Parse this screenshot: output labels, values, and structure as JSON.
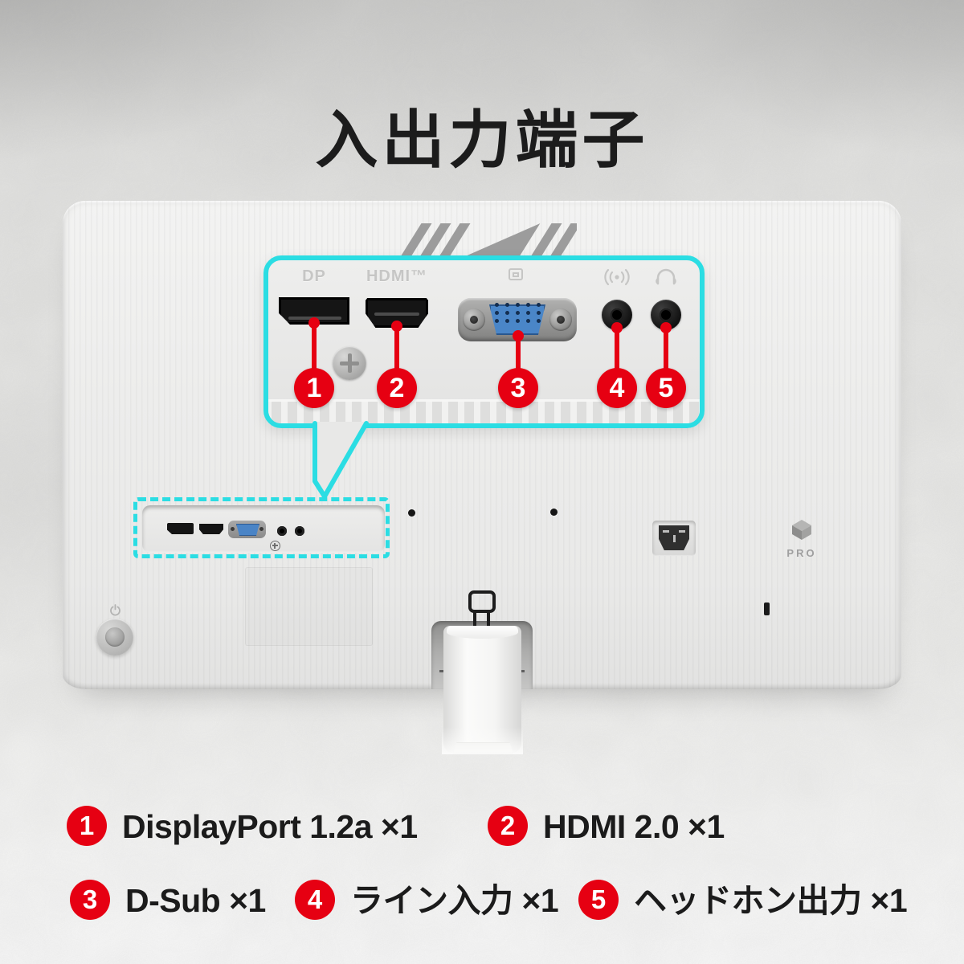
{
  "title": "入出力端子",
  "colors": {
    "accent_red": "#e60012",
    "accent_cyan": "#2bdde3"
  },
  "callout": {
    "port_labels": {
      "dp": "DP",
      "hdmi": "HDMI™"
    },
    "icons": {
      "vga": "monitor-outline-icon",
      "line_in": "speaker-waves-icon",
      "headphone": "headphone-icon"
    },
    "markers": [
      "1",
      "2",
      "3",
      "4",
      "5"
    ]
  },
  "monitor": {
    "pro_label": "PRO",
    "icons": {
      "power": "power-icon",
      "pro_logo": "cube-icon",
      "msi_logo": "msi-logo-strokes"
    }
  },
  "legend": {
    "items": [
      {
        "num": "1",
        "text": "DisplayPort 1.2a ×1"
      },
      {
        "num": "2",
        "text": "HDMI 2.0 ×1"
      },
      {
        "num": "3",
        "text": "D-Sub ×1"
      },
      {
        "num": "4",
        "text": "ライン入力 ×1"
      },
      {
        "num": "5",
        "text": "ヘッドホン出力 ×1"
      }
    ]
  }
}
